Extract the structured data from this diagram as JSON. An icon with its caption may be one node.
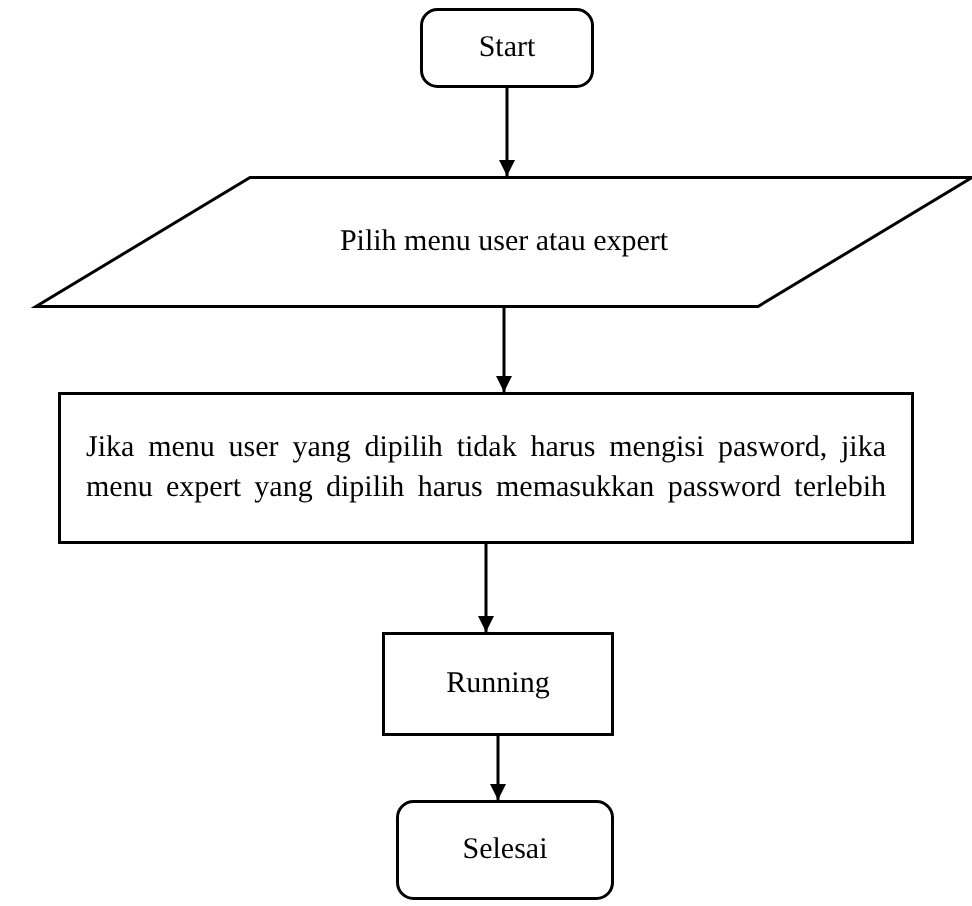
{
  "diagram": {
    "nodes": [
      {
        "text": [
          "Start"
        ]
      },
      {
        "text": [
          "Pilih menu user atau expert"
        ]
      },
      {
        "text": [
          "Jika menu user yang dipilih tidak harus mengisi pasword, jika menu expert yang dipilih harus memasukkan password terlebih"
        ]
      },
      {
        "text": [
          "Running"
        ]
      },
      {
        "text": [
          "Selesai"
        ]
      }
    ],
    "edges": [
      {
        "from": 0,
        "to": 1,
        "arrow": "to"
      },
      {
        "from": 1,
        "to": 2,
        "arrow": "to"
      },
      {
        "from": 2,
        "to": 3,
        "arrow": "to"
      },
      {
        "from": 3,
        "to": 4,
        "arrow": "to"
      }
    ]
  }
}
